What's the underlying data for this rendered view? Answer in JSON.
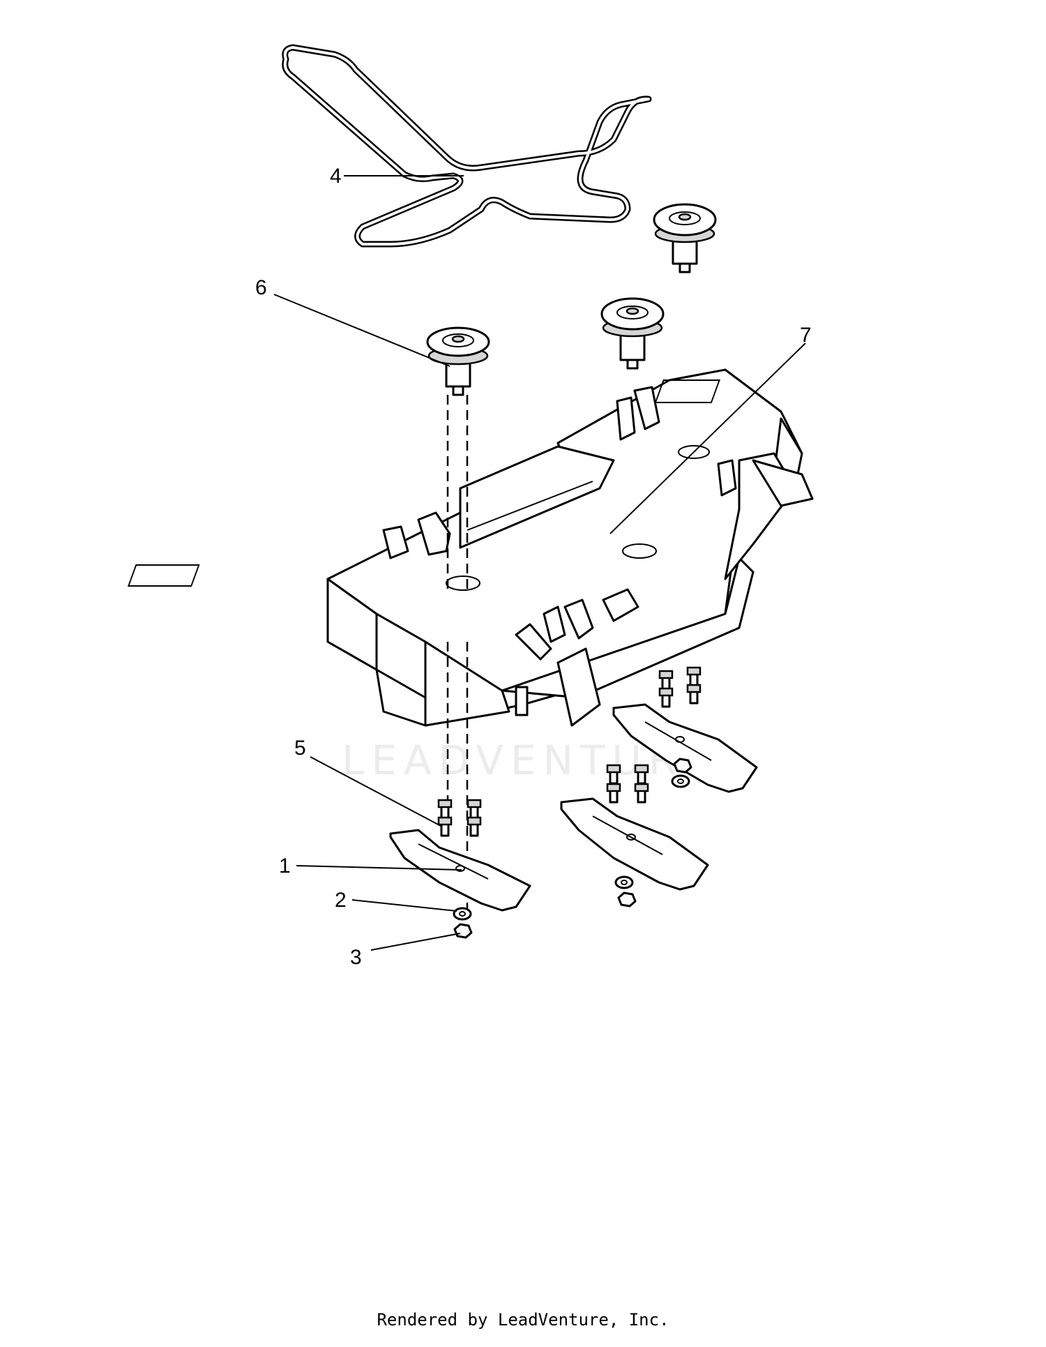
{
  "callouts": [
    {
      "id": "1",
      "label": "1"
    },
    {
      "id": "2",
      "label": "2"
    },
    {
      "id": "3",
      "label": "3"
    },
    {
      "id": "4",
      "label": "4"
    },
    {
      "id": "5",
      "label": "5"
    },
    {
      "id": "6",
      "label": "6"
    },
    {
      "id": "7",
      "label": "7"
    }
  ],
  "watermark": "LEADVENTURE",
  "footer": "Rendered by LeadVenture, Inc."
}
